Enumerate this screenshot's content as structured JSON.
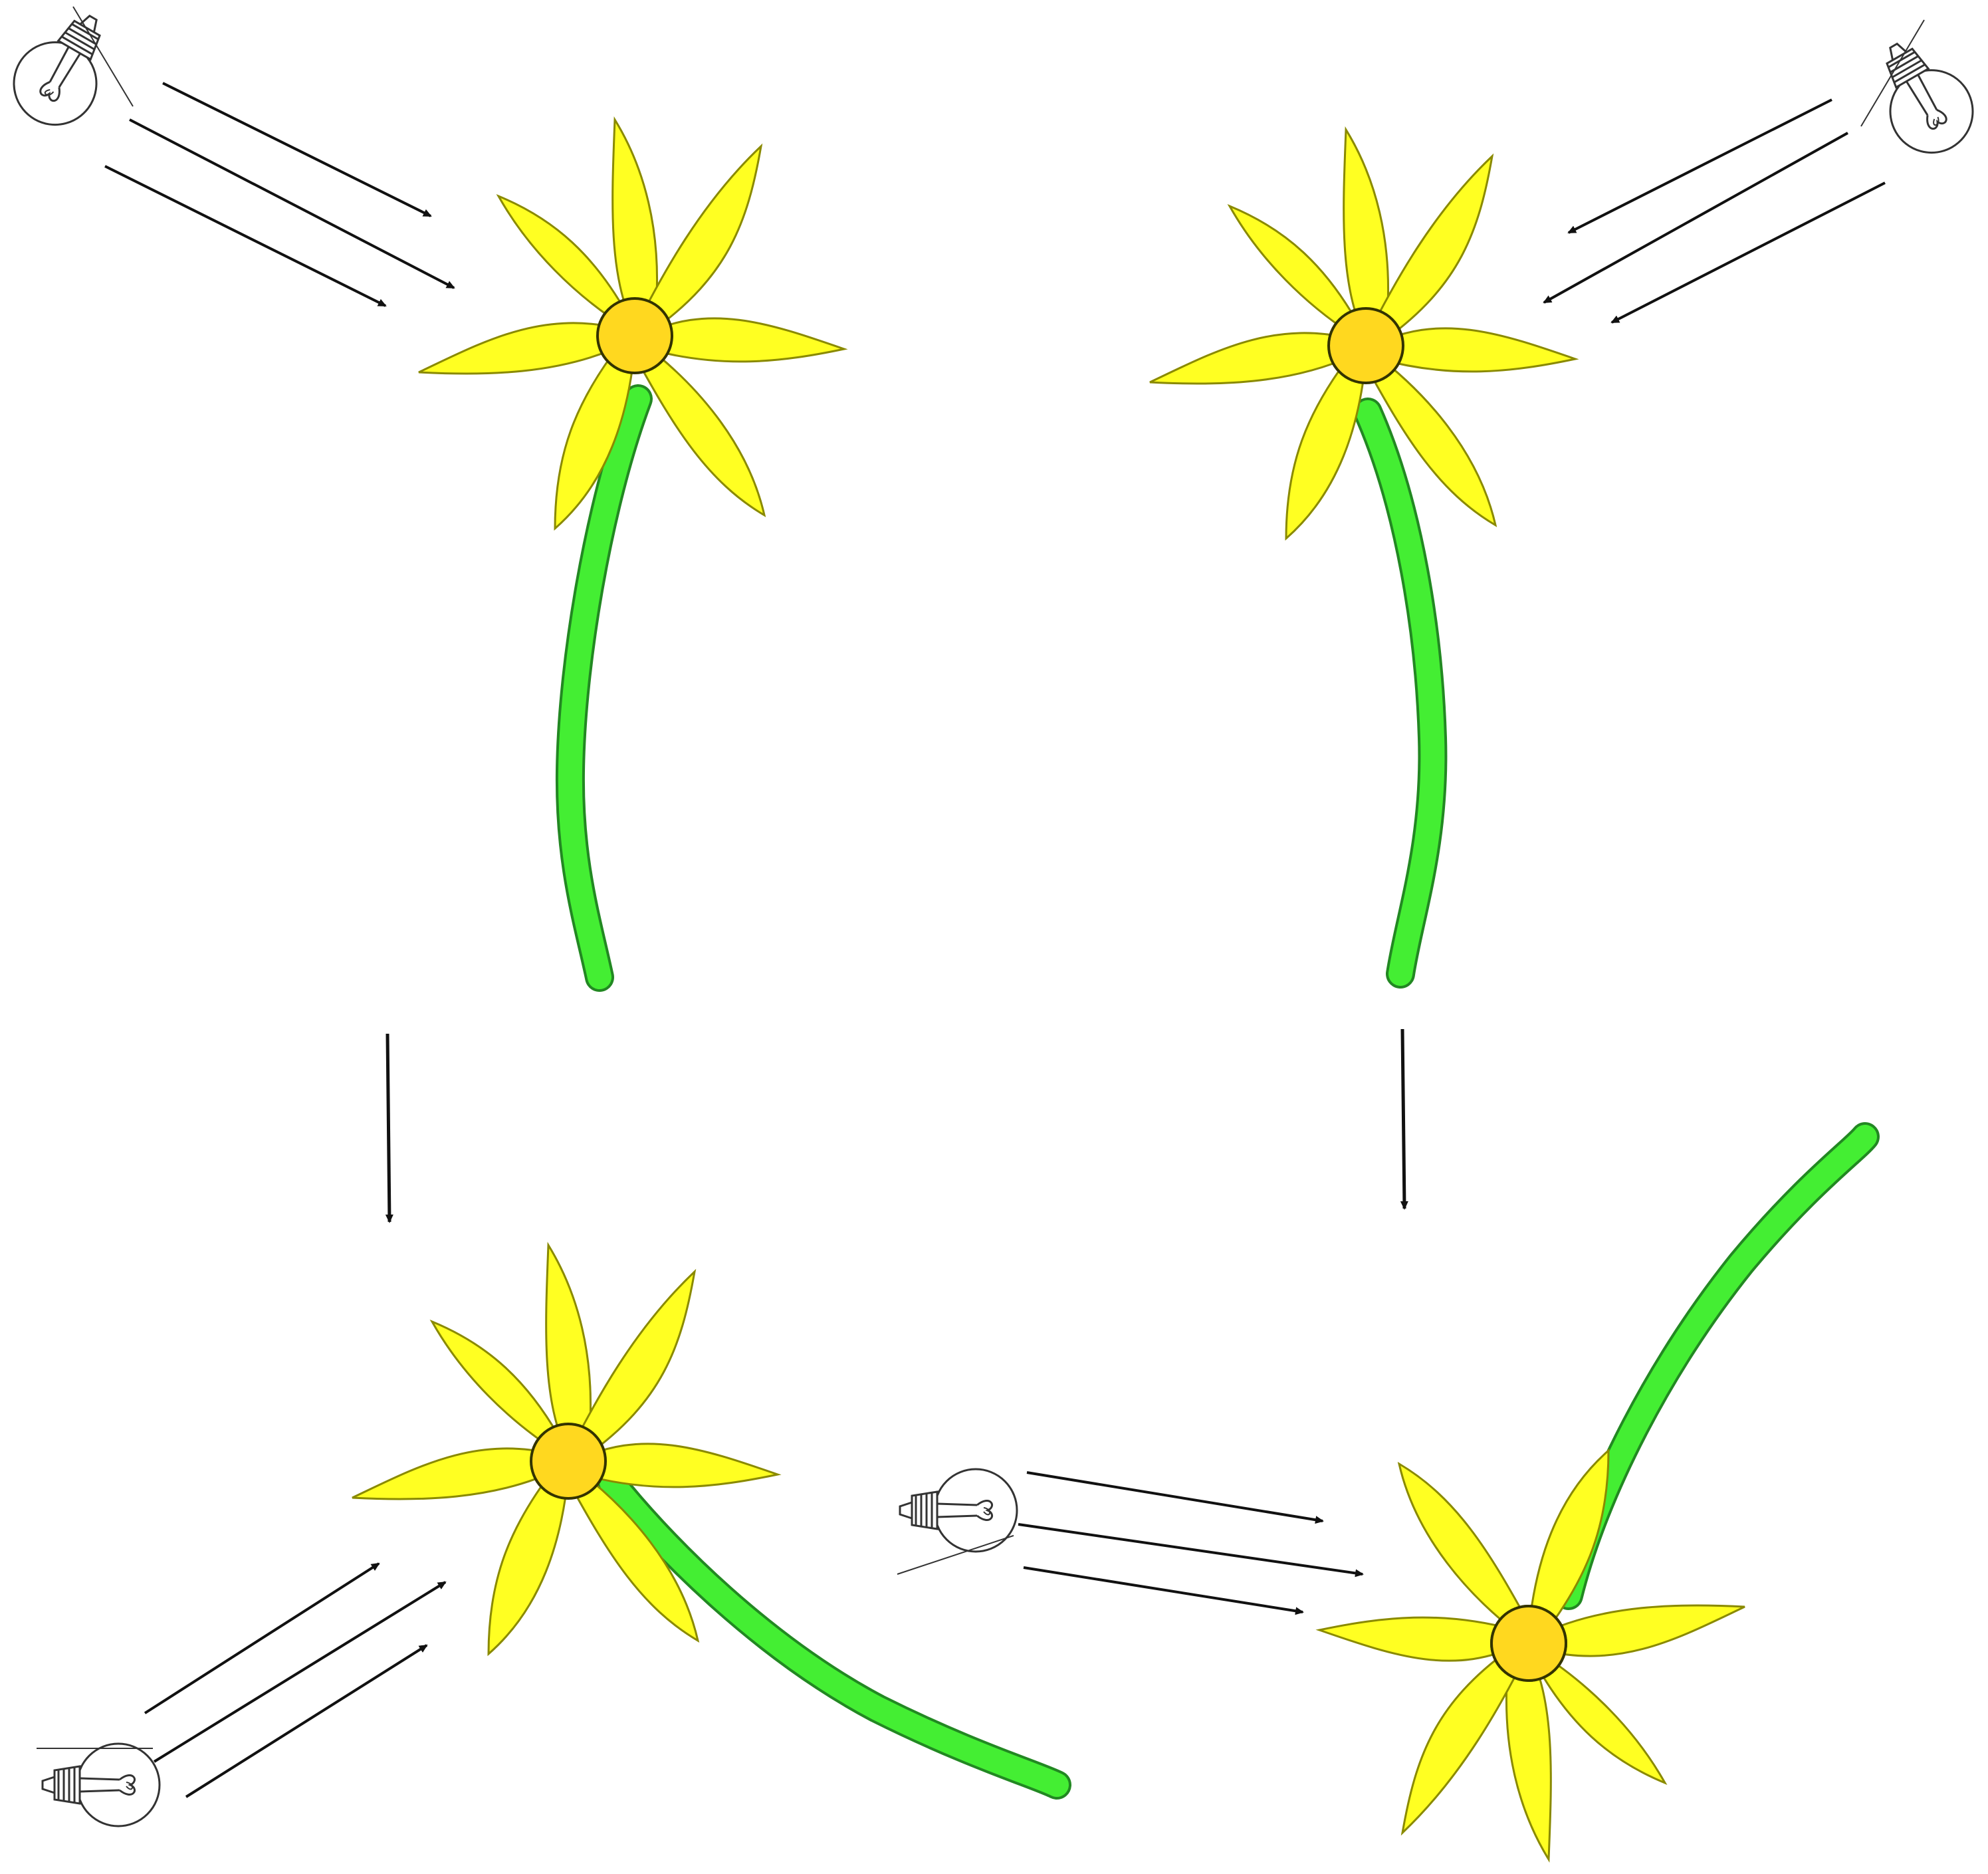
{
  "diagram": {
    "description_text": "",
    "colors": {
      "background": "#ffffff",
      "petal_fill": "#ffff22",
      "petal_stroke": "#8a8a00",
      "center_fill": "#ffd81f",
      "center_stroke": "#333300",
      "stem_fill": "#44ee33",
      "stem_stroke": "#228822",
      "arrow": "#111111",
      "bulb_stroke": "#333333"
    },
    "panels": [
      {
        "id": "top-left",
        "light_source": "upper-left",
        "stem_direction": "down"
      },
      {
        "id": "top-right",
        "light_source": "upper-right",
        "stem_direction": "down"
      },
      {
        "id": "bottom-left",
        "light_source": "lower-left",
        "stem_direction": "down-right"
      },
      {
        "id": "bottom-right",
        "light_source": "left",
        "stem_direction": "up-right"
      }
    ],
    "icons": [
      "light-bulb-icon",
      "arrow-icon",
      "flower-icon"
    ]
  }
}
